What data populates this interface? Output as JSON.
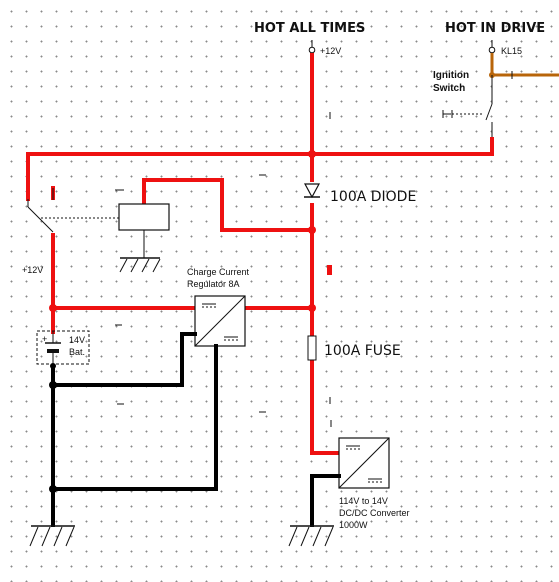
{
  "labels": {
    "hot_all_times": "HOT ALL TIMES",
    "hot_in_drive": "HOT IN DRIVE",
    "plus12v_top": "+12V",
    "kl15": "KL15",
    "ignition_switch_line1": "Ignition",
    "ignition_switch_line2": "Switch",
    "diode": "100A DIODE",
    "fuse": "100A FUSE",
    "plus12v_left": "+12V",
    "regulator_line1": "Charge Current",
    "regulator_line2": "Regulator 8A",
    "battery_line1": "14V",
    "battery_line2": "Bat.",
    "converter_line1": "114V to 14V",
    "converter_line2": "DC/DC Converter",
    "converter_line3": "1000W"
  },
  "colors": {
    "positive_wire": "#ee1111",
    "ground_wire": "#000000",
    "ignition_wire": "#b8650a"
  }
}
